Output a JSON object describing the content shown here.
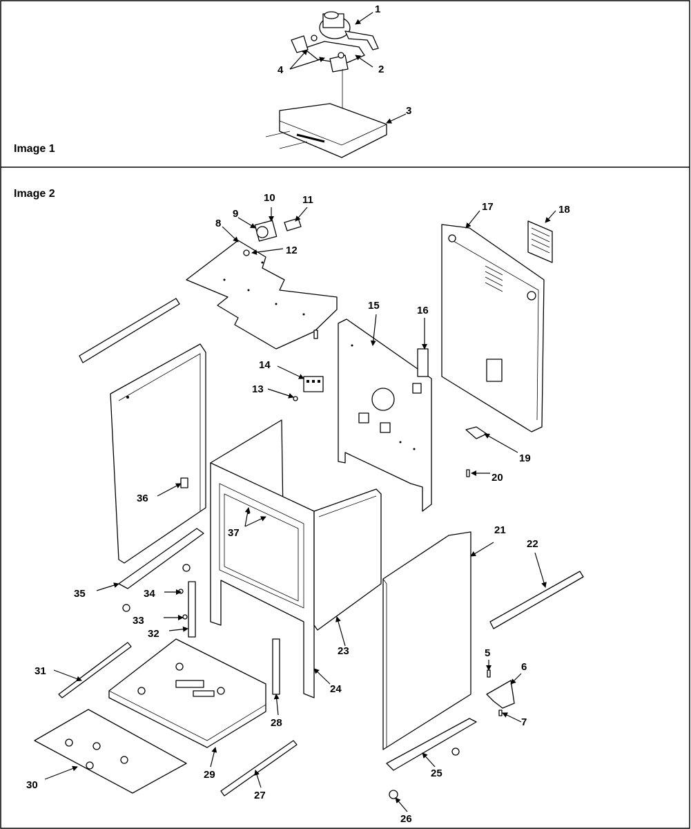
{
  "image1": {
    "title": "Image 1"
  },
  "image2": {
    "title": "Image 2"
  },
  "callouts": [
    "1",
    "2",
    "3",
    "4",
    "5",
    "6",
    "7",
    "8",
    "9",
    "10",
    "11",
    "12",
    "13",
    "14",
    "15",
    "16",
    "17",
    "18",
    "19",
    "20",
    "21",
    "22",
    "23",
    "24",
    "25",
    "26",
    "27",
    "28",
    "29",
    "30",
    "31",
    "32",
    "33",
    "34",
    "35",
    "36",
    "37"
  ]
}
